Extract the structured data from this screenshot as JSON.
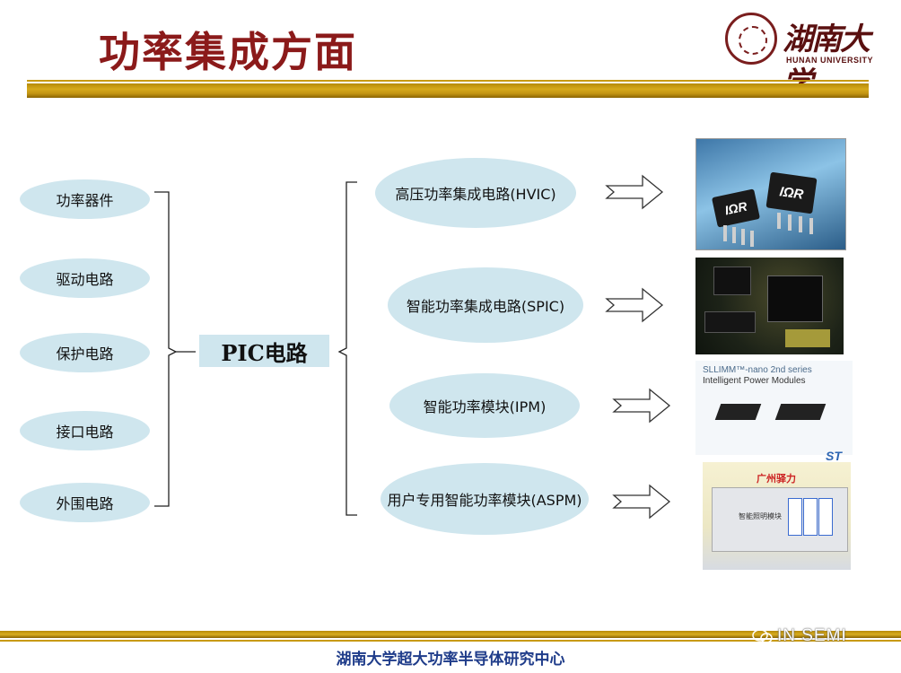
{
  "slide": {
    "title": "功率集成方面",
    "logo": {
      "cn": "湖南大学",
      "en": "HUNAN UNIVERSITY"
    },
    "left_items": [
      "功率器件",
      "驱动电路",
      "保护电路",
      "接口电路",
      "外围电路"
    ],
    "center": "PIC电路",
    "right_items": [
      "高压功率集成电路(HVIC)",
      "智能功率集成电路(SPIC)",
      "智能功率模块(IPM)",
      "用户专用智能功率模块(ASPM)"
    ],
    "images": {
      "chip_brand": "IΩR",
      "slimm_line1": "SLLIMM™-nano 2nd series",
      "slimm_line2": "Intelligent Power Modules",
      "st_logo": "ST",
      "gz_label": "广州驿力",
      "module_label": "智能照明模块"
    },
    "footer": "湖南大学超大功率半导体研究中心",
    "watermark": "IN SEMI",
    "colors": {
      "title": "#8b1a1a",
      "bar": "#c89a12",
      "ellipse": "#cfe6ee",
      "footer": "#1f3c8a"
    }
  }
}
